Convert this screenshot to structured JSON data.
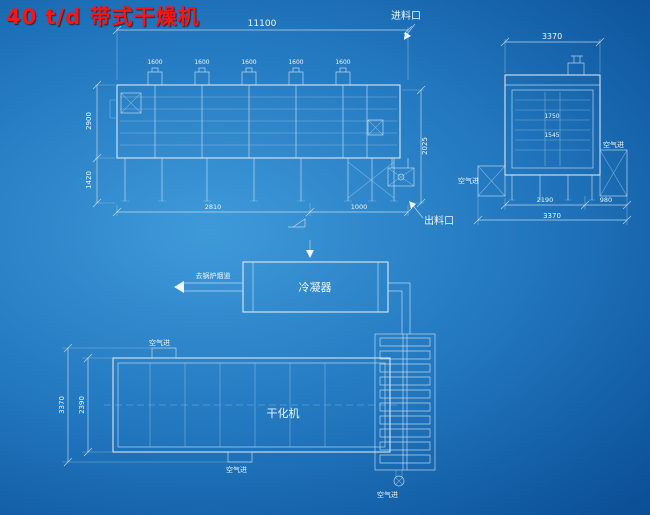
{
  "title": "40 t/d 带式干燥机",
  "colors": {
    "background_center": "#3f9ada",
    "background_edge": "#093f80",
    "line": "#e8f1fa",
    "title_red": "#ff1313",
    "text": "#eef5fc"
  },
  "side_view": {
    "dim_total": "11100",
    "dim_left_upper": "2900",
    "dim_left_lower": "1420",
    "dim_right": "2025",
    "segment_dims": [
      "1600",
      "1600",
      "1600",
      "1600",
      "1600"
    ],
    "bottom_dims": [
      "2810",
      "1000"
    ],
    "inlet_label": "进料口",
    "outlet_label": "出料口"
  },
  "end_view": {
    "dim_top": "3370",
    "dim_bottom_left": "2190",
    "dim_bottom_right": "980",
    "dim_bottom_total": "3370",
    "inner_dims": [
      "1750",
      "1545"
    ],
    "air_left": "空气进",
    "air_right": "空气进"
  },
  "plan_view": {
    "condenser_label": "冷凝器",
    "dryer_label": "干化机",
    "to_boiler_label": "去锅炉烟道",
    "dim_outer": "3370",
    "dim_inner": "2390",
    "air_top": "空气进",
    "air_bottom": "空气进",
    "air_fan": "空气进"
  }
}
